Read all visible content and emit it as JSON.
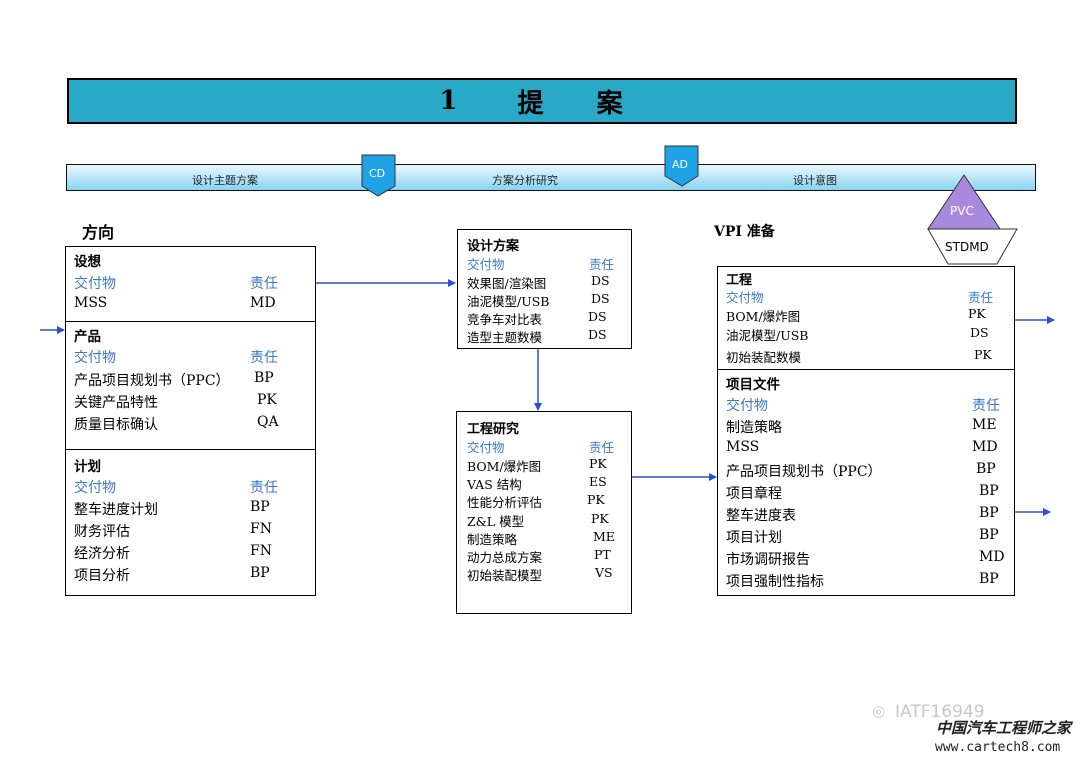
{
  "title": {
    "number": "1",
    "text": "提 案"
  },
  "phase_bar": {
    "segments": [
      "设计主题方案",
      "方案分析研究",
      "设计意图"
    ],
    "gates": [
      "CD",
      "AD"
    ]
  },
  "pvc": {
    "top": "PVC",
    "bottom": "STDMD"
  },
  "headings": {
    "left": "方向",
    "right": "VPI 准备"
  },
  "left_box": {
    "sections": [
      {
        "title": "设想",
        "col_deliverable": "交付物",
        "col_owner": "责任",
        "rows": [
          {
            "item": "MSS",
            "owner": "MD"
          }
        ]
      },
      {
        "title": "产品",
        "col_deliverable": "交付物",
        "col_owner": "责任",
        "rows": [
          {
            "item": "产品项目规划书（PPC）",
            "owner": "BP"
          },
          {
            "item": "关键产品特性",
            "owner": "PK"
          },
          {
            "item": "质量目标确认",
            "owner": "QA"
          }
        ]
      },
      {
        "title": "计划",
        "col_deliverable": "交付物",
        "col_owner": "责任",
        "rows": [
          {
            "item": "整车进度计划",
            "owner": "BP"
          },
          {
            "item": "财务评估",
            "owner": "FN"
          },
          {
            "item": "经济分析",
            "owner": "FN"
          },
          {
            "item": "项目分析",
            "owner": "BP"
          }
        ]
      }
    ]
  },
  "design_box": {
    "title": "设计方案",
    "col_deliverable": "交付物",
    "col_owner": "责任",
    "rows": [
      {
        "item": "效果图/渲染图",
        "owner": "DS"
      },
      {
        "item": "油泥模型/USB",
        "owner": "DS"
      },
      {
        "item": "竞争车对比表",
        "owner": "DS"
      },
      {
        "item": "造型主题数模",
        "owner": "DS"
      }
    ]
  },
  "eng_study_box": {
    "title": "工程研究",
    "col_deliverable": "交付物",
    "col_owner": "责任",
    "rows": [
      {
        "item": "BOM/爆炸图",
        "owner": "PK"
      },
      {
        "item": "VAS 结构",
        "owner": "ES"
      },
      {
        "item": "性能分析评估",
        "owner": "PK"
      },
      {
        "item": "Z&L 模型",
        "owner": "PK"
      },
      {
        "item": "制造策略",
        "owner": "ME"
      },
      {
        "item": "动力总成方案",
        "owner": "PT"
      },
      {
        "item": "初始装配模型",
        "owner": "VS"
      }
    ]
  },
  "right_box": {
    "sections": [
      {
        "title": "工程",
        "col_deliverable": "交付物",
        "col_owner": "责任",
        "rows": [
          {
            "item": "BOM/爆炸图",
            "owner": "PK"
          },
          {
            "item": "油泥模型/USB",
            "owner": "DS"
          },
          {
            "item": "初始装配数模",
            "owner": "PK"
          }
        ]
      },
      {
        "title": "项目文件",
        "col_deliverable": "交付物",
        "col_owner": "责任",
        "rows": [
          {
            "item": "制造策略",
            "owner": "ME"
          },
          {
            "item": "MSS",
            "owner": "MD"
          },
          {
            "item": "产品项目规划书（PPC）",
            "owner": "BP"
          },
          {
            "item": "项目章程",
            "owner": "BP"
          },
          {
            "item": "整车进度表",
            "owner": "BP"
          },
          {
            "item": "项目计划",
            "owner": "BP"
          },
          {
            "item": "市场调研报告",
            "owner": "MD"
          },
          {
            "item": "项目强制性指标",
            "owner": "BP"
          }
        ]
      }
    ]
  },
  "watermark": {
    "account": "IATF16949",
    "site_name": "中国汽车工程师之家",
    "url": "www.cartech8.com"
  }
}
